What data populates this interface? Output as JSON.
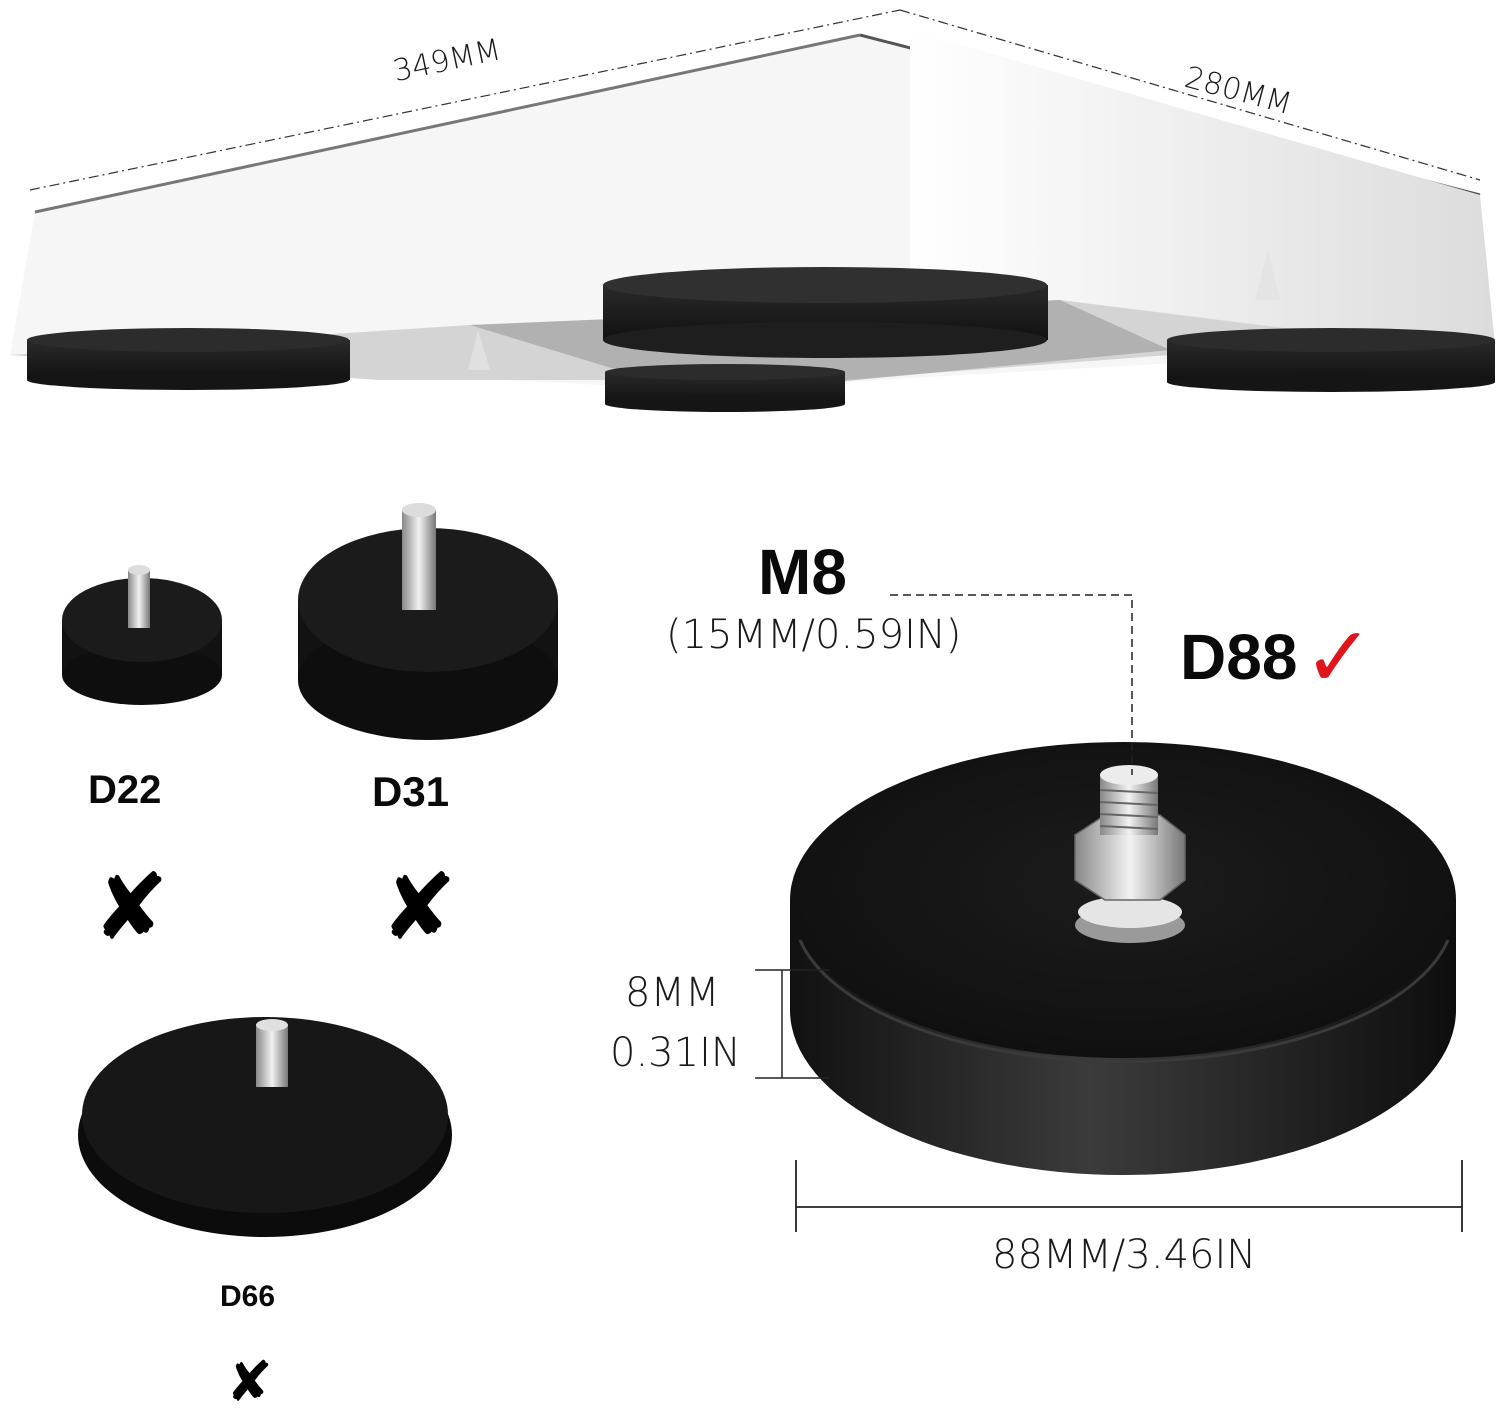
{
  "top_view": {
    "length_label": "349MM",
    "width_label": "280MM"
  },
  "options": [
    {
      "label": "D22",
      "status": "rejected",
      "status_icon": "x-mark-icon"
    },
    {
      "label": "D31",
      "status": "rejected",
      "status_icon": "x-mark-icon"
    },
    {
      "label": "D66",
      "status": "rejected",
      "status_icon": "x-mark-icon"
    },
    {
      "label": "D88",
      "status": "selected",
      "status_icon": "check-mark-icon"
    }
  ],
  "x_mark_glyph": "✘",
  "check_glyph": "✓",
  "detail": {
    "thread_label": "M8",
    "thread_length": "(15MM/0.59IN)",
    "height_mm": "8MM",
    "height_in": "0.31IN",
    "diameter": "88MM/3.46IN"
  },
  "colors": {
    "check": "#e0141b",
    "magnet": "#1b1b1b",
    "plate": "#f3f3f3"
  }
}
